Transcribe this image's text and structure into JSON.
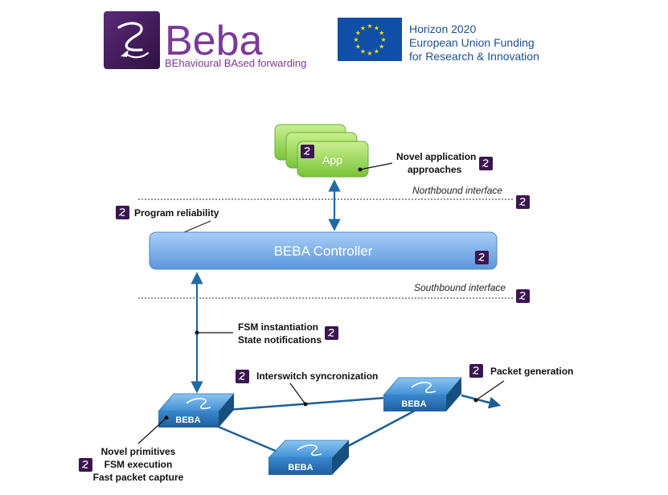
{
  "header": {
    "brand_name": "Beba",
    "brand_tagline": "BEhavioural BAsed forwarding",
    "eu_line1": "Horizon 2020",
    "eu_line2": "European Union Funding",
    "eu_line3": "for Research & Innovation"
  },
  "diagram": {
    "app_label": "App",
    "novel_app_line1": "Novel application",
    "novel_app_line2": "approaches",
    "northbound_label": "Northbound interface",
    "program_reliability": "Program reliability",
    "controller_label": "BEBA Controller",
    "southbound_label": "Southbound interface",
    "fsm_line1": "FSM instantiation",
    "fsm_line2": "State notifications",
    "interswitch_label": "Interswitch syncronization",
    "packet_generation": "Packet generation",
    "switch_label": "BEBA",
    "primitives_line1": "Novel primitives",
    "primitives_line2": "FSM execution",
    "primitives_line3": "Fast packet capture"
  },
  "colors": {
    "brand_purple": "#4a1f63",
    "brand_text": "#7b3a96",
    "eu_blue": "#0f4fa8",
    "eu_star": "#ffd800",
    "app_green": "#8fd84a",
    "controller_blue": "#6aa7e8",
    "switch_blue": "#3b8fd6",
    "link_blue": "#1f6aa8"
  },
  "icons": {
    "beba_badge": "beba-swirl-icon",
    "eu_flag": "eu-flag-icon"
  }
}
